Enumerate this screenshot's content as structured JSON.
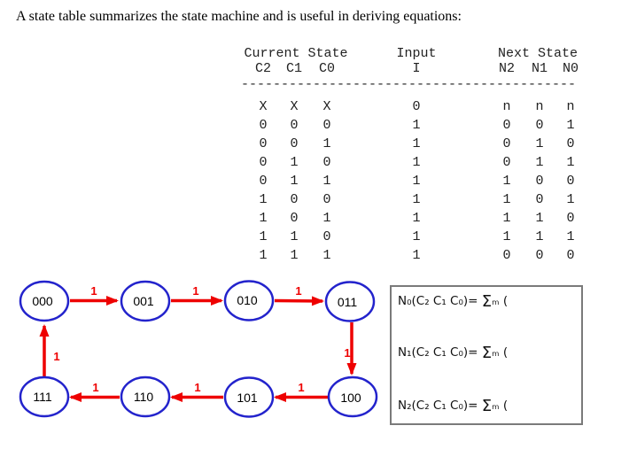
{
  "title": "A state table summarizes the state machine and is useful in deriving equations:",
  "state_table": {
    "group_headers": [
      "Current State",
      "Input",
      "Next State"
    ],
    "col_headers": [
      "C2",
      "C1",
      "C0",
      "I",
      "N2",
      "N1",
      "N0"
    ],
    "divider": "------------------------------------------",
    "rows": [
      [
        "X",
        "X",
        "X",
        "0",
        "n",
        "n",
        "n"
      ],
      [
        "0",
        "0",
        "0",
        "1",
        "0",
        "0",
        "1"
      ],
      [
        "0",
        "0",
        "1",
        "1",
        "0",
        "1",
        "0"
      ],
      [
        "0",
        "1",
        "0",
        "1",
        "0",
        "1",
        "1"
      ],
      [
        "0",
        "1",
        "1",
        "1",
        "1",
        "0",
        "0"
      ],
      [
        "1",
        "0",
        "0",
        "1",
        "1",
        "0",
        "1"
      ],
      [
        "1",
        "0",
        "1",
        "1",
        "1",
        "1",
        "0"
      ],
      [
        "1",
        "1",
        "0",
        "1",
        "1",
        "1",
        "1"
      ],
      [
        "1",
        "1",
        "1",
        "1",
        "0",
        "0",
        "0"
      ]
    ]
  },
  "diagram": {
    "transition_label": "1",
    "states": [
      {
        "label": "000"
      },
      {
        "label": "001"
      },
      {
        "label": "010"
      },
      {
        "label": "011"
      },
      {
        "label": "111"
      },
      {
        "label": "110"
      },
      {
        "label": "101"
      },
      {
        "label": "100"
      }
    ]
  },
  "equations": {
    "items": [
      {
        "lhs": "N₀(C₂ C₁ C₀)= ",
        "sigma": "Σ",
        "tail": "ₘ ("
      },
      {
        "lhs": "N₁(C₂ C₁ C₀)= ",
        "sigma": "Σ",
        "tail": "ₘ ("
      },
      {
        "lhs": "N₂(C₂ C₁ C₀)= ",
        "sigma": "Σ",
        "tail": "ₘ ("
      }
    ]
  },
  "colors": {
    "state_circle_stroke": "#2323cc",
    "transition_arrow": "#ee0000",
    "equation_box_border": "#7a7a7a",
    "text": "#000000"
  }
}
